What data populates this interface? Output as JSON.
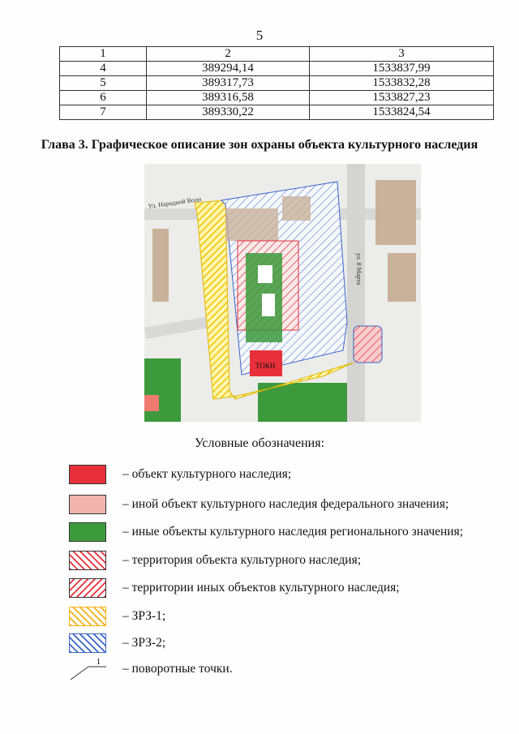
{
  "page_number": "5",
  "table": {
    "header": [
      "1",
      "2",
      "3"
    ],
    "rows": [
      [
        "4",
        "389294,14",
        "1533837,99"
      ],
      [
        "5",
        "389317,73",
        "1533832,28"
      ],
      [
        "6",
        "389316,58",
        "1533827,23"
      ],
      [
        "7",
        "389330,22",
        "1533824,54"
      ]
    ]
  },
  "heading": "Глава 3. Графическое описание зон охраны объекта культурного наследия",
  "map": {
    "street_labels": [
      "Ул. Народной Воли",
      "ул. 8 Марта"
    ],
    "object_label": "ТОКН"
  },
  "legend": {
    "title": "Условные обозначения:",
    "items": [
      {
        "label": "– объект культурного наследия;",
        "color": "#e8303a"
      },
      {
        "label": "– иной объект культурного наследия федерального значения;",
        "color": "#f2b5ad"
      },
      {
        "label": "– иные объекты культурного наследия регионального значения;",
        "color": "#3c9a3c"
      },
      {
        "label": "– территория объекта культурного наследия;",
        "color": "#e8303a"
      },
      {
        "label": "– территории иных объектов культурного наследия;",
        "color": "#e8303a"
      },
      {
        "label": "– ЗРЗ-1;",
        "color": "#f2b014"
      },
      {
        "label": "– ЗРЗ-2;",
        "color": "#3a64c8"
      },
      {
        "label": "– поворотные точки.",
        "marker": "1"
      }
    ]
  }
}
